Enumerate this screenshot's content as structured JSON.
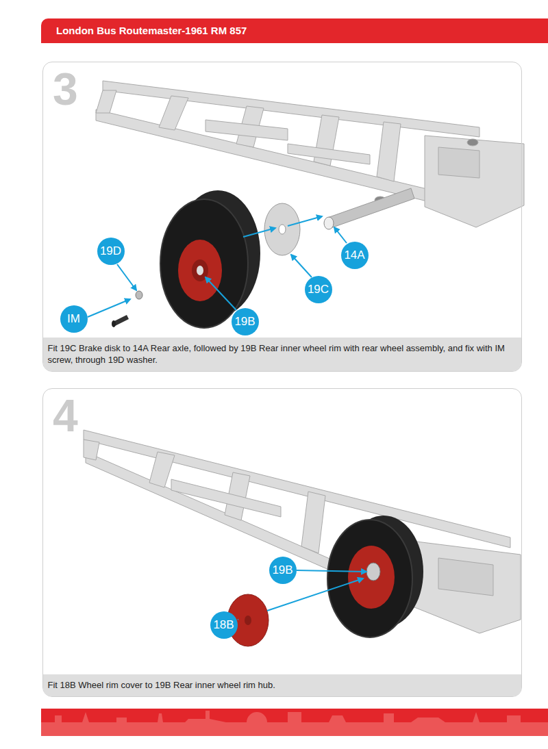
{
  "diagram": {
    "title": "London Bus Routemaster-1961 RM 857",
    "nodes": [
      {
        "text": [
          "3"
        ]
      },
      {
        "text": [
          "19D"
        ],
        "in": 0
      },
      {
        "text": [
          "14A"
        ],
        "in": 0
      },
      {
        "text": [
          "19C"
        ],
        "in": 0
      },
      {
        "text": [
          "IM"
        ],
        "in": 0
      },
      {
        "text": [
          "19B"
        ],
        "in": 0
      },
      {
        "text": [
          "Fit 19C Brake disk to 14A Rear axle, followed by 19B Rear inner wheel rim with rear wheel assembly, and fix with IM screw, through 19D washer."
        ],
        "in": 0
      },
      {
        "text": [
          "4"
        ]
      },
      {
        "text": [
          "19B"
        ],
        "in": 7
      },
      {
        "text": [
          "18B"
        ],
        "in": 7
      },
      {
        "text": [
          "Fit 18B Wheel rim cover to 19B Rear inner wheel rim hub."
        ],
        "in": 7
      }
    ]
  }
}
